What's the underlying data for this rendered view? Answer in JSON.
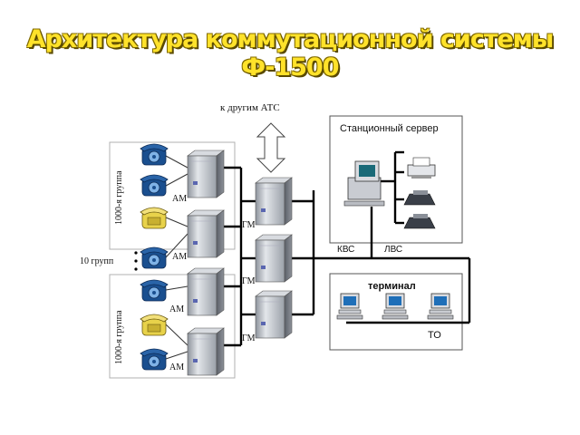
{
  "title": "Архитектура коммутационной системы Ф-1500",
  "arrow_label": "к другим АТС",
  "server_box_title": "Станционный сервер",
  "group_label_top": "1000-я группа",
  "group_label_bottom": "1000-я группа",
  "groups_count_label": "10 групп",
  "am_label": "АМ",
  "gm_label": "ГМ",
  "kvs_label": "КВС",
  "lvs_label": "ЛВС",
  "terminal_label": "терминал",
  "to_label": "ТО",
  "colors": {
    "title_fill": "#ffe22a",
    "bus_line": "#000000",
    "phone_blue": "#1a4f8f",
    "phone_yellow": "#e8d24a",
    "cabinet": "#bfc4cc"
  },
  "icons": [
    "telephone-icon",
    "switch-cabinet-icon",
    "server-computer-icon",
    "printer-icon",
    "fax-icon",
    "terminal-computer-icon",
    "double-arrow-icon"
  ]
}
